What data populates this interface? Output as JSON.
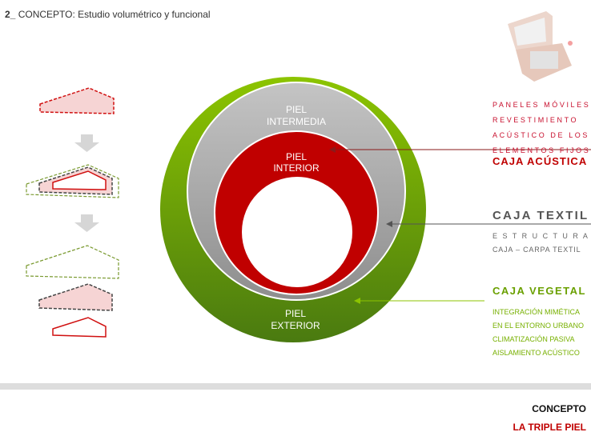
{
  "header": {
    "number": "2_",
    "title": "CONCEPTO: Estudio volumétrico y funcional"
  },
  "diagram": {
    "rings": [
      {
        "id": "exterior",
        "label_line1": "PIEL",
        "label_line2": "EXTERIOR",
        "color": "#5e9a10"
      },
      {
        "id": "intermedia",
        "label_line1": "PIEL",
        "label_line2": "INTERMEDIA",
        "color": "#a8a8a8"
      },
      {
        "id": "interior",
        "label_line1": "PIEL",
        "label_line2": "INTERIOR",
        "color": "#c00000"
      }
    ]
  },
  "legend": {
    "acustica": {
      "desc_lines": [
        "PANELES MÓVILES",
        "REVESTIMIENTO",
        "ACÚSTICO DE LOS",
        "ELEMENTOS FIJOS"
      ],
      "title": "CAJA ACÚSTICA",
      "color": "#c00000"
    },
    "textil": {
      "title": "CAJA TEXTIL",
      "desc_lines": [
        "E S T R U C T U R A",
        "CAJA – CARPA TEXTIL"
      ],
      "color": "#555555"
    },
    "vegetal": {
      "title": "CAJA VEGETAL",
      "desc_lines": [
        "INTEGRACIÓN MIMÉTICA",
        "EN EL ENTORNO URBANO",
        "CLIMATIZACIÓN PASIVA",
        "AISLAMIENTO ACÚSTICO"
      ],
      "color": "#77b000"
    }
  },
  "footer": {
    "line1": "CONCEPTO",
    "line2": "LA TRIPLE PIEL"
  }
}
